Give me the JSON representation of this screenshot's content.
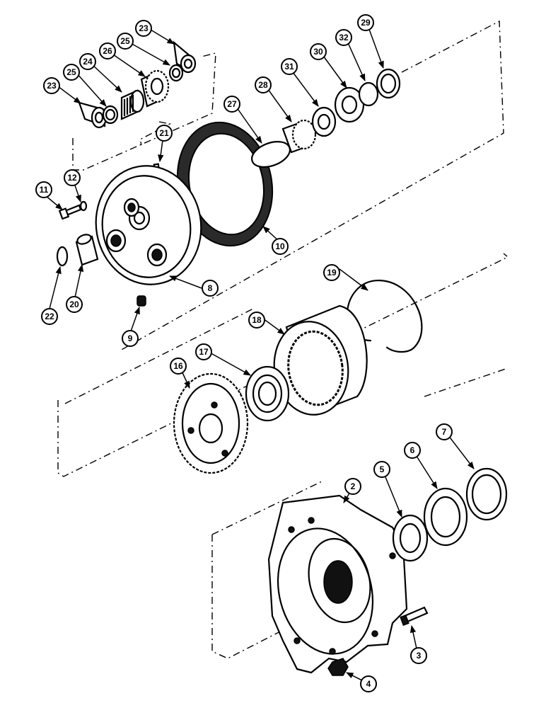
{
  "callouts": {
    "c2": "2",
    "c3": "3",
    "c4": "4",
    "c5": "5",
    "c6": "6",
    "c7": "7",
    "c8": "8",
    "c9": "9",
    "c10": "10",
    "c11": "11",
    "c12": "12",
    "c16": "16",
    "c17": "17",
    "c18": "18",
    "c19": "19",
    "c20": "20",
    "c21": "21",
    "c22": "22",
    "c23a": "23",
    "c23b": "23",
    "c24": "24",
    "c25a": "25",
    "c25b": "25",
    "c26": "26",
    "c27": "27",
    "c28": "28",
    "c29": "29",
    "c30": "30",
    "c31": "31",
    "c32": "32"
  }
}
